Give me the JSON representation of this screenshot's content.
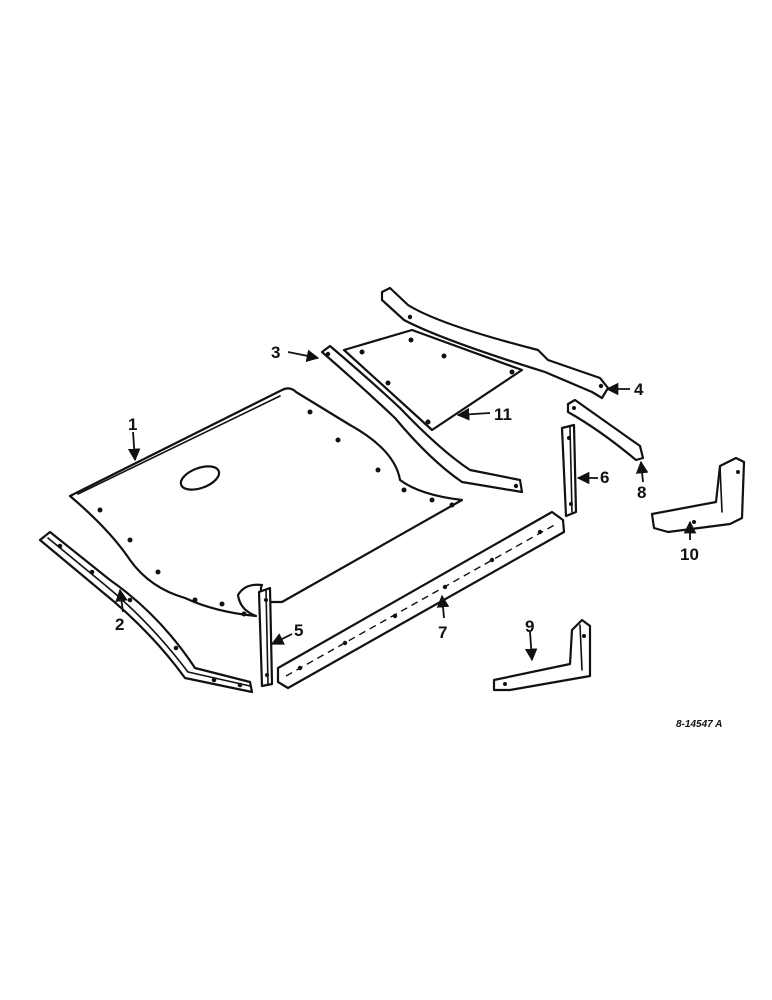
{
  "callouts": {
    "c1": "1",
    "c2": "2",
    "c3": "3",
    "c4": "4",
    "c5": "5",
    "c6": "6",
    "c7": "7",
    "c8": "8",
    "c9": "9",
    "c10": "10",
    "c11": "11"
  },
  "reference_number": "8-14547 A",
  "colors": {
    "line": "#111111",
    "background": "#ffffff"
  }
}
